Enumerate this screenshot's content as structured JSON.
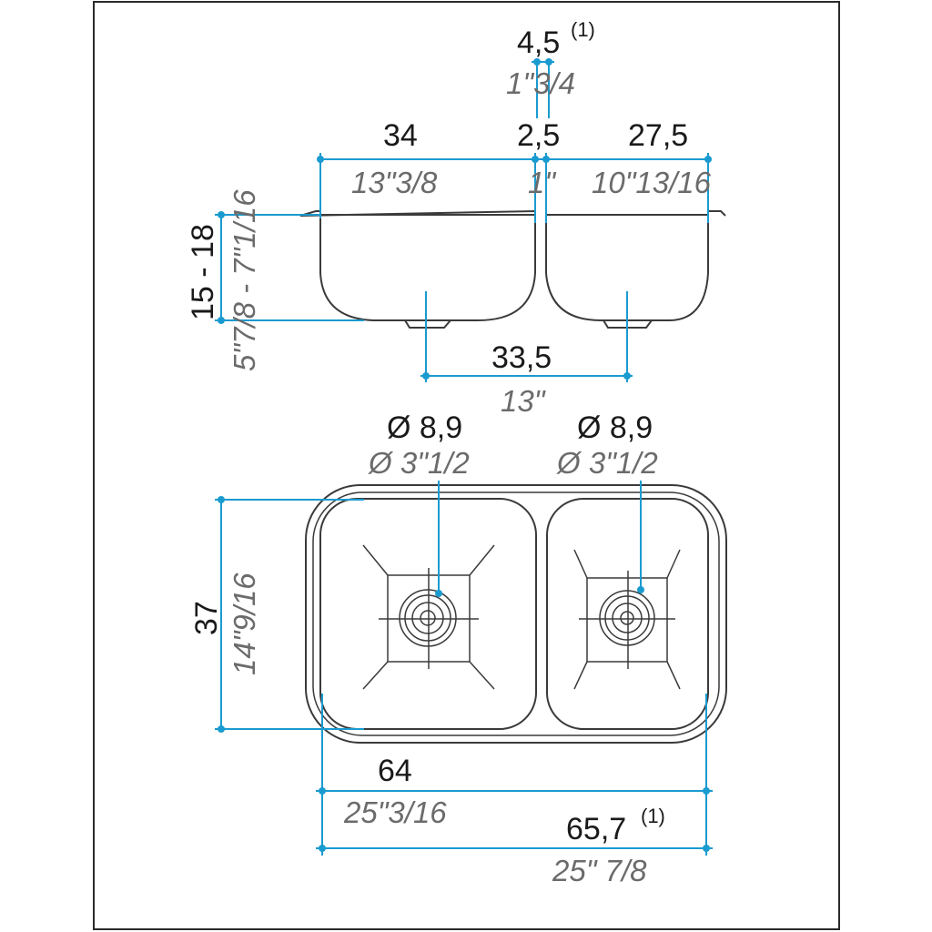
{
  "colors": {
    "dimension_line": "#1a9bd0",
    "metric_text": "#1a1a1a",
    "imperial_text": "#6b6b6b",
    "outline": "#3a3a3a"
  },
  "top_view": {
    "gap_top": {
      "metric": "4,5",
      "sup": "(1)",
      "imperial": "1\"3/4"
    },
    "left_width": {
      "metric": "34",
      "imperial": "13\"3/8"
    },
    "divider": {
      "metric": "2,5",
      "imperial": "1\""
    },
    "right_width": {
      "metric": "27,5",
      "imperial": "10\"13/16"
    },
    "depth": {
      "metric": "15 - 18",
      "imperial": "5\"7/8 - 7\"1/16"
    },
    "drain_spacing": {
      "metric": "33,5",
      "imperial": "13\""
    }
  },
  "plan_view": {
    "drain_left": {
      "metric": "Ø 8,9",
      "imperial": "Ø 3\"1/2"
    },
    "drain_right": {
      "metric": "Ø 8,9",
      "imperial": "Ø 3\"1/2"
    },
    "height": {
      "metric": "37",
      "imperial": "14\"9/16"
    },
    "inner_width": {
      "metric": "64",
      "imperial": "25\"3/16"
    },
    "outer_width": {
      "metric": "65,7",
      "sup": "(1)",
      "imperial": "25\" 7/8"
    }
  }
}
